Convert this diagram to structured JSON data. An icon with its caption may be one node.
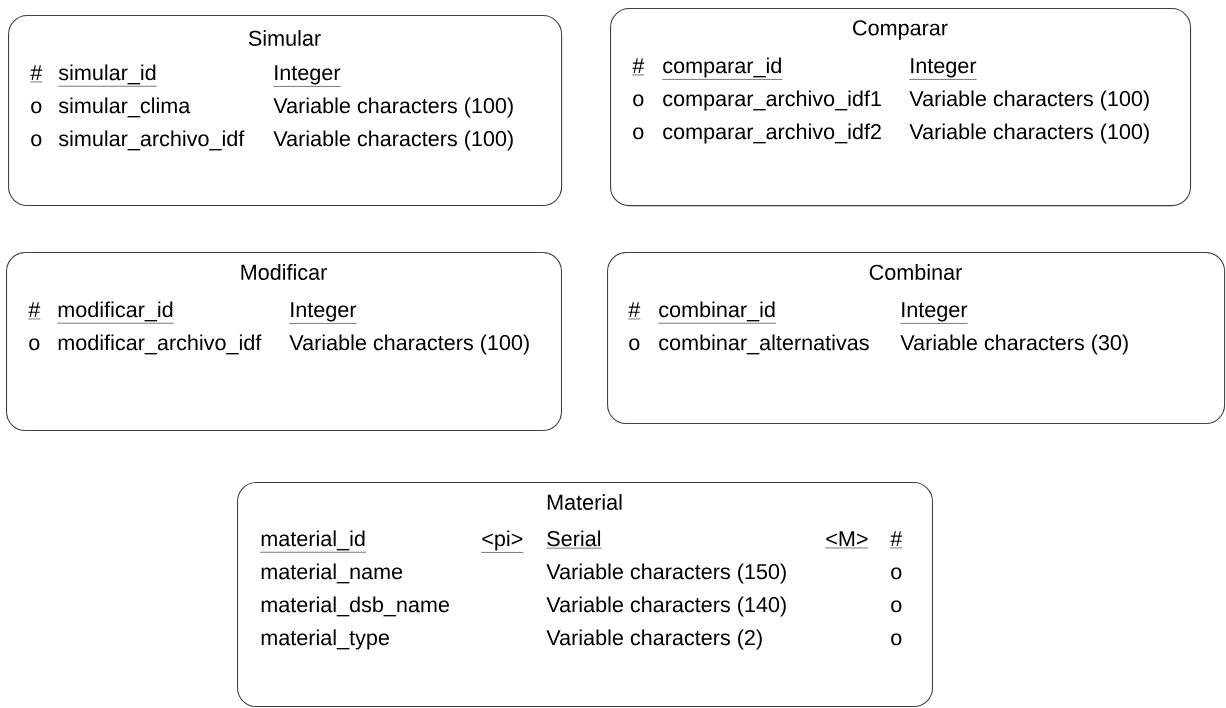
{
  "diagram": {
    "nodes": [
      {
        "text": [
          "Simular",
          "#",
          "simular_id",
          "Integer",
          "o",
          "simular_clima",
          "Variable characters (100)",
          "o",
          "simular_archivo_idf",
          "Variable characters (100)"
        ]
      },
      {
        "text": [
          "Comparar",
          "#",
          "comparar_id",
          "Integer",
          "o",
          "comparar_archivo_idf1",
          "Variable characters (100)",
          "o",
          "comparar_archivo_idf2",
          "Variable characters (100)"
        ]
      },
      {
        "text": [
          "Modificar",
          "#",
          "modificar_id",
          "Integer",
          "o",
          "modificar_archivo_idf",
          "Variable characters (100)"
        ]
      },
      {
        "text": [
          "Combinar",
          "#",
          "combinar_id",
          "Integer",
          "o",
          "combinar_alternativas",
          "Variable characters (30)"
        ]
      },
      {
        "text": [
          "Material",
          "material_id",
          "<pi>",
          "Serial",
          "<M>",
          "#",
          "material_name",
          "Variable characters (150)",
          "o",
          "material_dsb_name",
          "Variable characters (140)",
          "o",
          "material_type",
          "Variable characters (2)",
          "o"
        ]
      }
    ]
  }
}
